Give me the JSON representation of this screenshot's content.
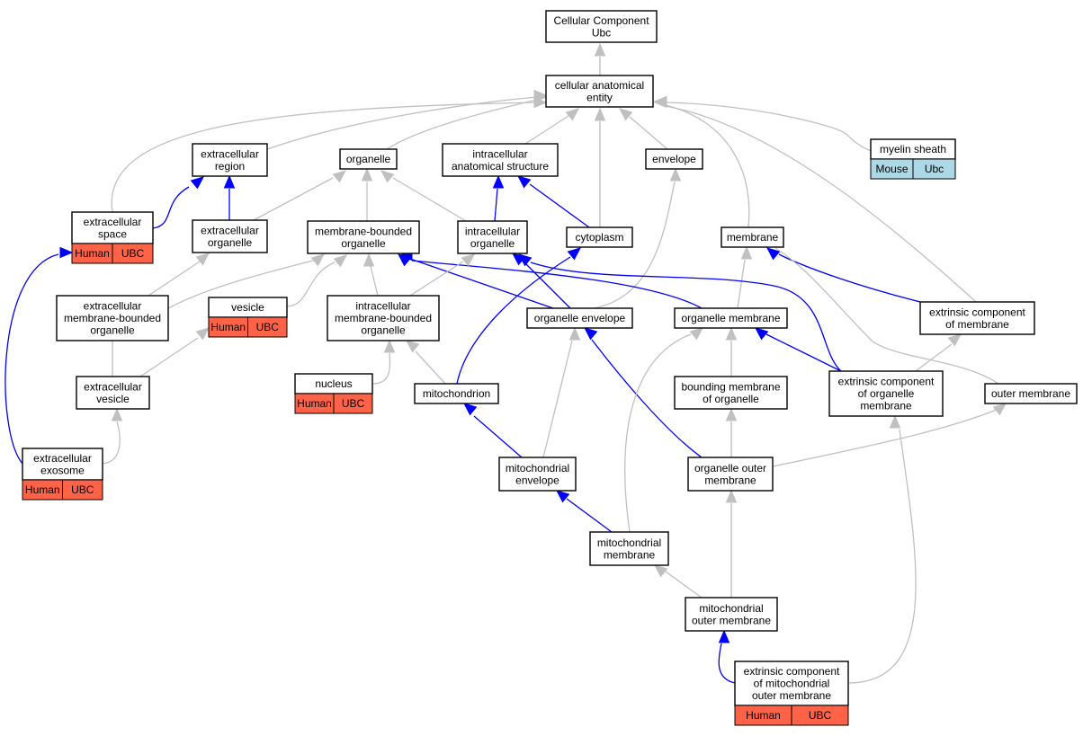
{
  "colors": {
    "is_a_edge": "#c0c0c0",
    "part_of_edge": "#0000ff",
    "human_tag": "#ff6347",
    "mouse_tag": "#add8e6"
  },
  "nodes": [
    {
      "id": "cc",
      "lines": [
        "Cellular Component",
        "Ubc"
      ]
    },
    {
      "id": "cae",
      "lines": [
        "cellular anatomical",
        "entity"
      ]
    },
    {
      "id": "myelin",
      "lines": [
        "myelin sheath"
      ],
      "tags": [
        "Mouse",
        "Ubc"
      ],
      "tag_color": "#add8e6"
    },
    {
      "id": "ecr",
      "lines": [
        "extracellular",
        "region"
      ]
    },
    {
      "id": "organelle",
      "lines": [
        "organelle"
      ]
    },
    {
      "id": "ias",
      "lines": [
        "intracellular",
        "anatomical structure"
      ]
    },
    {
      "id": "envelope",
      "lines": [
        "envelope"
      ]
    },
    {
      "id": "ecs",
      "lines": [
        "extracellular",
        "space"
      ],
      "tags": [
        "Human",
        "UBC"
      ],
      "tag_color": "#ff6347"
    },
    {
      "id": "eco",
      "lines": [
        "extracellular",
        "organelle"
      ]
    },
    {
      "id": "mbo",
      "lines": [
        "membrane-bounded",
        "organelle"
      ]
    },
    {
      "id": "ico",
      "lines": [
        "intracellular",
        "organelle"
      ]
    },
    {
      "id": "cyto",
      "lines": [
        "cytoplasm"
      ]
    },
    {
      "id": "membrane",
      "lines": [
        "membrane"
      ]
    },
    {
      "id": "ecmbo",
      "lines": [
        "extracellular",
        "membrane-bounded",
        "organelle"
      ]
    },
    {
      "id": "vesicle",
      "lines": [
        "vesicle"
      ],
      "tags": [
        "Human",
        "UBC"
      ],
      "tag_color": "#ff6347"
    },
    {
      "id": "icmbo",
      "lines": [
        "intracellular",
        "membrane-bounded",
        "organelle"
      ]
    },
    {
      "id": "orgenv",
      "lines": [
        "organelle envelope"
      ]
    },
    {
      "id": "orgmem",
      "lines": [
        "organelle membrane"
      ]
    },
    {
      "id": "ecm",
      "lines": [
        "extrinsic component",
        "of membrane"
      ]
    },
    {
      "id": "ecv",
      "lines": [
        "extracellular",
        "vesicle"
      ]
    },
    {
      "id": "nucleus",
      "lines": [
        "nucleus"
      ],
      "tags": [
        "Human",
        "UBC"
      ],
      "tag_color": "#ff6347"
    },
    {
      "id": "mito",
      "lines": [
        "mitochondrion"
      ]
    },
    {
      "id": "bmo",
      "lines": [
        "bounding membrane",
        "of organelle"
      ]
    },
    {
      "id": "ecom",
      "lines": [
        "extrinsic component",
        "of organelle",
        "membrane"
      ]
    },
    {
      "id": "outmem",
      "lines": [
        "outer membrane"
      ]
    },
    {
      "id": "exo",
      "lines": [
        "extracellular",
        "exosome"
      ],
      "tags": [
        "Human",
        "UBC"
      ],
      "tag_color": "#ff6347"
    },
    {
      "id": "mitoenv",
      "lines": [
        "mitochondrial",
        "envelope"
      ]
    },
    {
      "id": "oom",
      "lines": [
        "organelle outer",
        "membrane"
      ]
    },
    {
      "id": "mitomem",
      "lines": [
        "mitochondrial",
        "membrane"
      ]
    },
    {
      "id": "mom",
      "lines": [
        "mitochondrial",
        "outer membrane"
      ]
    },
    {
      "id": "ecmom",
      "lines": [
        "extrinsic component",
        "of mitochondrial",
        "outer membrane"
      ],
      "tags": [
        "Human",
        "UBC"
      ],
      "tag_color": "#ff6347"
    }
  ],
  "edges": [
    {
      "from": "cae",
      "to": "cc",
      "type": "is_a"
    },
    {
      "from": "ecr",
      "to": "cae",
      "type": "is_a"
    },
    {
      "from": "organelle",
      "to": "cae",
      "type": "is_a"
    },
    {
      "from": "ias",
      "to": "cae",
      "type": "is_a"
    },
    {
      "from": "envelope",
      "to": "cae",
      "type": "is_a"
    },
    {
      "from": "cyto",
      "to": "cae",
      "type": "is_a"
    },
    {
      "from": "membrane",
      "to": "cae",
      "type": "is_a"
    },
    {
      "from": "myelin",
      "to": "cae",
      "type": "is_a"
    },
    {
      "from": "ecs",
      "to": "cae",
      "type": "is_a"
    },
    {
      "from": "ecm",
      "to": "cae",
      "type": "is_a"
    },
    {
      "from": "ecs",
      "to": "ecr",
      "type": "part_of"
    },
    {
      "from": "eco",
      "to": "ecr",
      "type": "part_of"
    },
    {
      "from": "eco",
      "to": "organelle",
      "type": "is_a"
    },
    {
      "from": "mbo",
      "to": "organelle",
      "type": "is_a"
    },
    {
      "from": "ico",
      "to": "organelle",
      "type": "is_a"
    },
    {
      "from": "ico",
      "to": "ias",
      "type": "part_of"
    },
    {
      "from": "cyto",
      "to": "ias",
      "type": "part_of"
    },
    {
      "from": "orgenv",
      "to": "ico",
      "type": "part_of"
    },
    {
      "from": "orgenv",
      "to": "mbo",
      "type": "part_of"
    },
    {
      "from": "orgenv",
      "to": "envelope",
      "type": "is_a"
    },
    {
      "from": "orgmem",
      "to": "mbo",
      "type": "part_of"
    },
    {
      "from": "orgmem",
      "to": "membrane",
      "type": "is_a"
    },
    {
      "from": "ecmbo",
      "to": "eco",
      "type": "is_a"
    },
    {
      "from": "ecmbo",
      "to": "mbo",
      "type": "is_a"
    },
    {
      "from": "vesicle",
      "to": "mbo",
      "type": "is_a"
    },
    {
      "from": "icmbo",
      "to": "mbo",
      "type": "is_a"
    },
    {
      "from": "icmbo",
      "to": "ico",
      "type": "is_a"
    },
    {
      "from": "ecv",
      "to": "ecmbo",
      "type": "is_a"
    },
    {
      "from": "ecv",
      "to": "vesicle",
      "type": "is_a"
    },
    {
      "from": "nucleus",
      "to": "icmbo",
      "type": "is_a"
    },
    {
      "from": "mito",
      "to": "icmbo",
      "type": "is_a"
    },
    {
      "from": "mito",
      "to": "cyto",
      "type": "part_of"
    },
    {
      "from": "exo",
      "to": "ecv",
      "type": "is_a"
    },
    {
      "from": "exo",
      "to": "ecs",
      "type": "part_of"
    },
    {
      "from": "ecm",
      "to": "membrane",
      "type": "part_of"
    },
    {
      "from": "ecom",
      "to": "ecm",
      "type": "is_a"
    },
    {
      "from": "ecom",
      "to": "orgmem",
      "type": "part_of"
    },
    {
      "from": "ecom",
      "to": "ico",
      "type": "part_of"
    },
    {
      "from": "outmem",
      "to": "membrane",
      "type": "is_a"
    },
    {
      "from": "bmo",
      "to": "orgmem",
      "type": "is_a"
    },
    {
      "from": "oom",
      "to": "bmo",
      "type": "is_a"
    },
    {
      "from": "oom",
      "to": "outmem",
      "type": "is_a"
    },
    {
      "from": "oom",
      "to": "orgenv",
      "type": "part_of"
    },
    {
      "from": "mitoenv",
      "to": "mito",
      "type": "part_of"
    },
    {
      "from": "mitoenv",
      "to": "orgenv",
      "type": "is_a"
    },
    {
      "from": "mitomem",
      "to": "mitoenv",
      "type": "part_of"
    },
    {
      "from": "mitomem",
      "to": "orgmem",
      "type": "is_a"
    },
    {
      "from": "mom",
      "to": "oom",
      "type": "is_a"
    },
    {
      "from": "mom",
      "to": "mitomem",
      "type": "is_a"
    },
    {
      "from": "ecmom",
      "to": "mom",
      "type": "part_of"
    },
    {
      "from": "ecmom",
      "to": "ecom",
      "type": "is_a"
    }
  ]
}
